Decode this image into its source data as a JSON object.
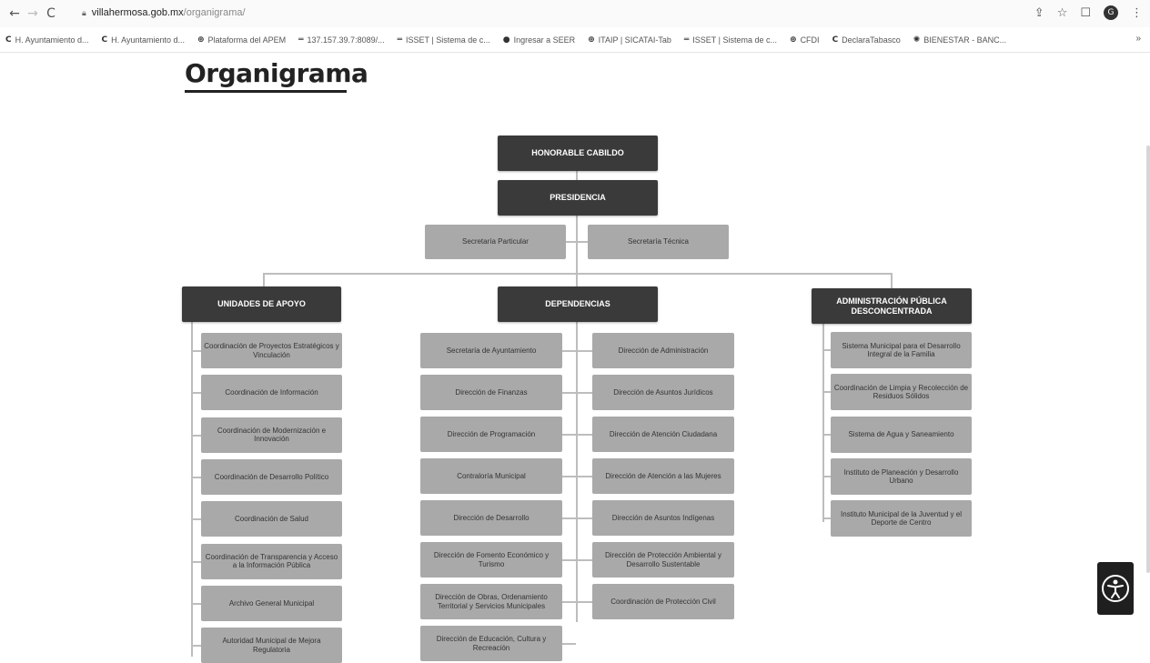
{
  "browser": {
    "url_host": "villahermosa.gob.mx",
    "url_path": "/organigrama/",
    "nav": {
      "back": "←",
      "forward": "→",
      "reload": "C"
    },
    "right_icons": {
      "share": "⇪",
      "star": "☆",
      "tab": "☐",
      "avatar": "G",
      "menu": "⋮"
    },
    "bookmarks": [
      {
        "icon": "C",
        "label": "H. Ayuntamiento d..."
      },
      {
        "icon": "C",
        "label": "H. Ayuntamiento d..."
      },
      {
        "icon": "⊕",
        "label": "Plataforma del APEM"
      },
      {
        "icon": "═",
        "label": "137.157.39.7:8089/..."
      },
      {
        "icon": "═",
        "label": "ISSET | Sistema de c..."
      },
      {
        "icon": "●",
        "label": "Ingresar a SEER"
      },
      {
        "icon": "⊕",
        "label": "ITAIP | SICATAI-Tab"
      },
      {
        "icon": "═",
        "label": "ISSET | Sistema de c..."
      },
      {
        "icon": "⊕",
        "label": "CFDI"
      },
      {
        "icon": "C",
        "label": "DeclaraTabasco"
      },
      {
        "icon": "✺",
        "label": "BIENESTAR - BANC..."
      }
    ],
    "bookmarks_more": "»"
  },
  "page": {
    "title": "Organigrama"
  },
  "org": {
    "cabildo": "HONORABLE CABILDO",
    "presidencia": "PRESIDENCIA",
    "secretaria_particular": "Secretaría Particular",
    "secretaria_tecnica": "Secretaría Técnica",
    "unidades_apoyo": {
      "title": "UNIDADES DE APOYO",
      "items": [
        "Coordinación de Proyectos Estratégicos y Vinculación",
        "Coordinación de Información",
        "Coordinación de Modernización e Innovación",
        "Coordinación de Desarrollo Político",
        "Coordinación de Salud",
        "Coordinación de Transparencia y Acceso a la Información Pública",
        "Archivo General Municipal",
        "Autoridad Municipal de Mejora Regulatoria"
      ]
    },
    "dependencias": {
      "title": "DEPENDENCIAS",
      "left": [
        "Secretaría de Ayuntamiento",
        "Dirección de Finanzas",
        "Dirección de Programación",
        "Contraloría Municipal",
        "Dirección de Desarrollo",
        "Dirección de Fomento Económico y Turismo",
        "Dirección de Obras, Ordenamiento Territorial y Servicios Municipales",
        "Dirección de Educación, Cultura y Recreación"
      ],
      "right": [
        "Dirección de Administración",
        "Dirección de Asuntos Jurídicos",
        "Dirección de Atención Ciudadana",
        "Dirección de Atención a las Mujeres",
        "Dirección de Asuntos Indígenas",
        "Dirección de Protección Ambiental y Desarrollo Sustentable",
        "Coordinación de Protección Civil"
      ]
    },
    "desconcentrada": {
      "title": "ADMINISTRACIÓN PÚBLICA DESCONCENTRADA",
      "items": [
        "Sistema Municipal para el Desarrollo Integral de la Familia",
        "Coordinación de Limpia y Recolección de Residuos Sólidos",
        "Sistema de Agua y Saneamiento",
        "Instituto de Planeación y Desarrollo Urbano",
        "Instituto Municipal de la Juventud y el Deporte de Centro"
      ]
    }
  },
  "accessibility": {
    "icon": "accessibility-icon"
  }
}
